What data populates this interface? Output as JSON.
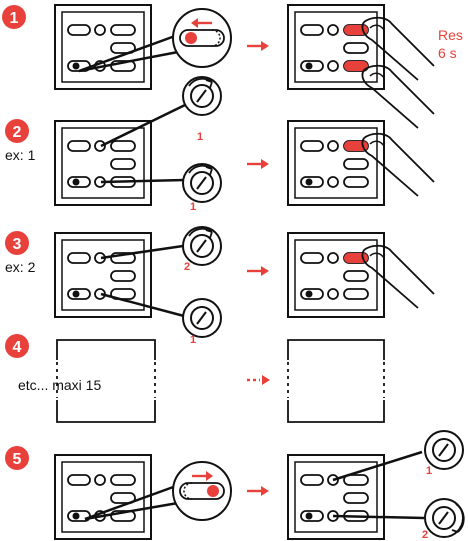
{
  "colors": {
    "accent": "#e8413b",
    "ink": "#111111",
    "badge": "#e8413b"
  },
  "icons": [
    "dial-icon",
    "finger-press-icon",
    "slide-switch-icon",
    "arrow-right-icon"
  ],
  "steps": [
    {
      "badge": "1",
      "label": ""
    },
    {
      "badge": "2",
      "label": "ex: 1"
    },
    {
      "badge": "3",
      "label": "ex: 2"
    },
    {
      "badge": "4",
      "label": "etc... maxi 15"
    },
    {
      "badge": "5",
      "label": ""
    }
  ],
  "reset_note": {
    "line1": "Res",
    "line2": "6 s"
  },
  "dial_numbers": {
    "step2_top": "1",
    "step2_bottom": "1",
    "step3_top": "2",
    "step3_bottom": "1",
    "step5_top": "1",
    "step5_bottom": "2"
  }
}
